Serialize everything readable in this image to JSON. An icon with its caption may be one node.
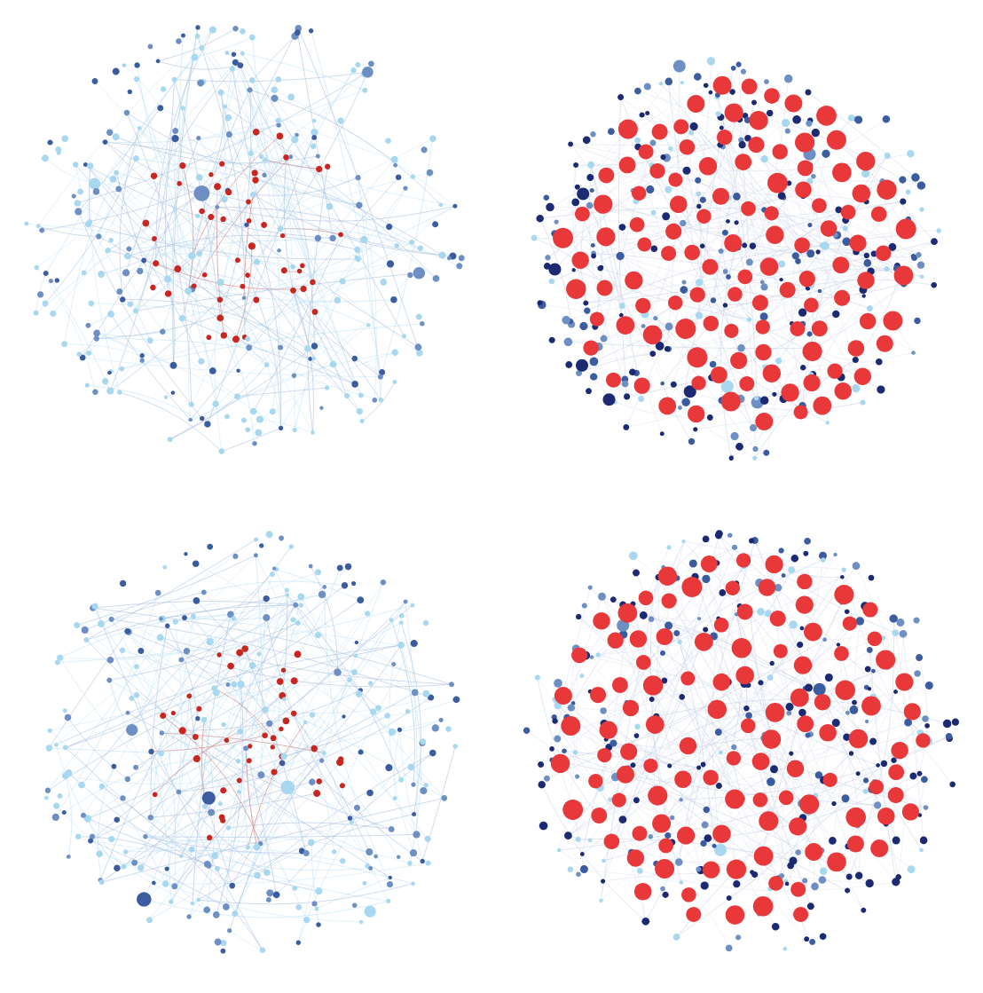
{
  "diagram": {
    "nodes": [
      {
        "text": [],
        "shape": "network"
      },
      {
        "text": [],
        "shape": "network"
      },
      {
        "text": [],
        "shape": "network"
      },
      {
        "text": [],
        "shape": "network"
      }
    ]
  }
}
